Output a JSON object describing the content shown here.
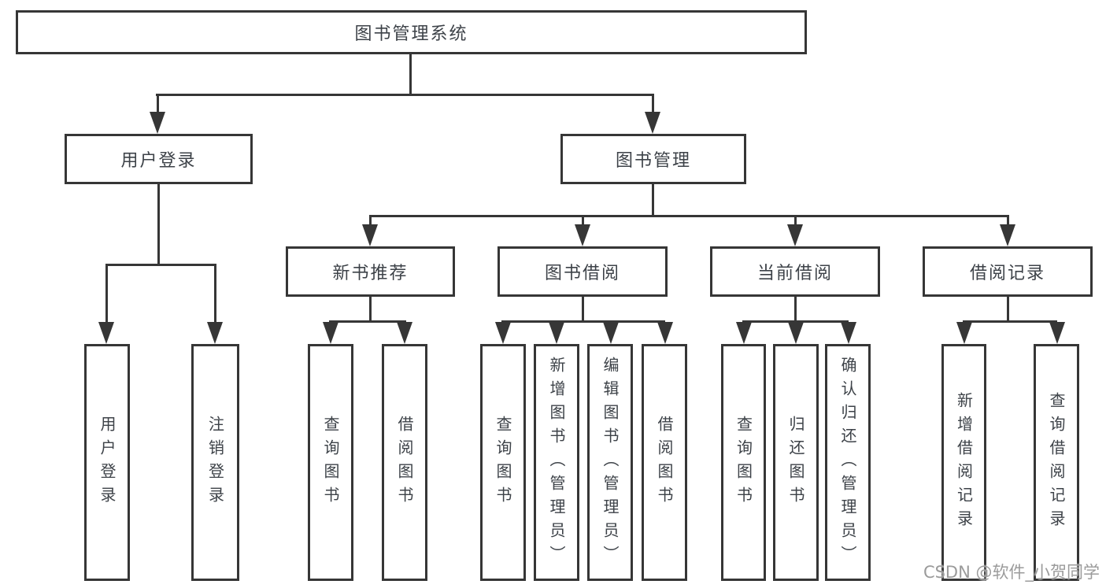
{
  "title": "图书管理系统",
  "level2": {
    "user_login": "用户登录",
    "book_mgmt": "图书管理"
  },
  "level3": {
    "new_book_rec": "新书推荐",
    "book_borrow": "图书借阅",
    "current_borrow": "当前借阅",
    "borrow_records": "借阅记录"
  },
  "leaves": {
    "user_login": "用户登录",
    "logout": "注销登录",
    "rec_query_books": "查询图书",
    "rec_borrow_books": "借阅图书",
    "bb_query_books": "查询图书",
    "bb_add_books": "新增图书（管理员）",
    "bb_edit_books": "编辑图书（管理员）",
    "bb_borrow_books": "借阅图书",
    "cb_query_books": "查询图书",
    "cb_return_books": "归还图书",
    "cb_confirm_return": "确认归还（管理员）",
    "br_add_record": "新增借阅记录",
    "br_query_record": "查询借阅记录"
  },
  "watermark": "CSDN @软件_小贺同学",
  "colors": {
    "line": "#363636",
    "text": "#3d4248",
    "watermark": "#9b9b9b",
    "background": "#ffffff"
  }
}
